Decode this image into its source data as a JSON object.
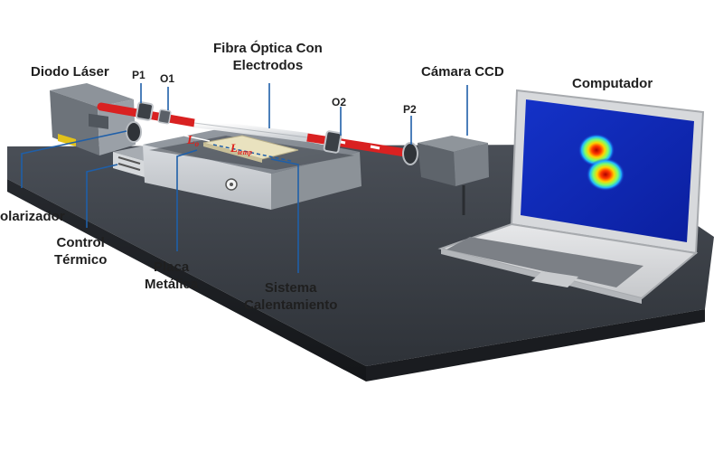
{
  "labels": {
    "diodo_laser": "Diodo Láser",
    "p1": "P1",
    "o1": "O1",
    "fibra_line1": "Fibra Óptica Con",
    "fibra_line2": "Electrodos",
    "o2": "O2",
    "p2": "P2",
    "camara": "Cámara CCD",
    "computador": "Computador",
    "polarizador": "olarizador",
    "control_line1": "Control",
    "control_line2": "Térmico",
    "placa_line1": "Placa",
    "placa_line2": "Metálica",
    "sistema_line1": "Sistema",
    "sistema_line2": "Calentamiento",
    "l_base": "L",
    "l0_sub": "o",
    "ltemp_sub": "temp"
  },
  "colors": {
    "fiber_red": "#d92121",
    "pointer_blue": "#1f5fa8",
    "l_label_red": "#e0201a"
  }
}
